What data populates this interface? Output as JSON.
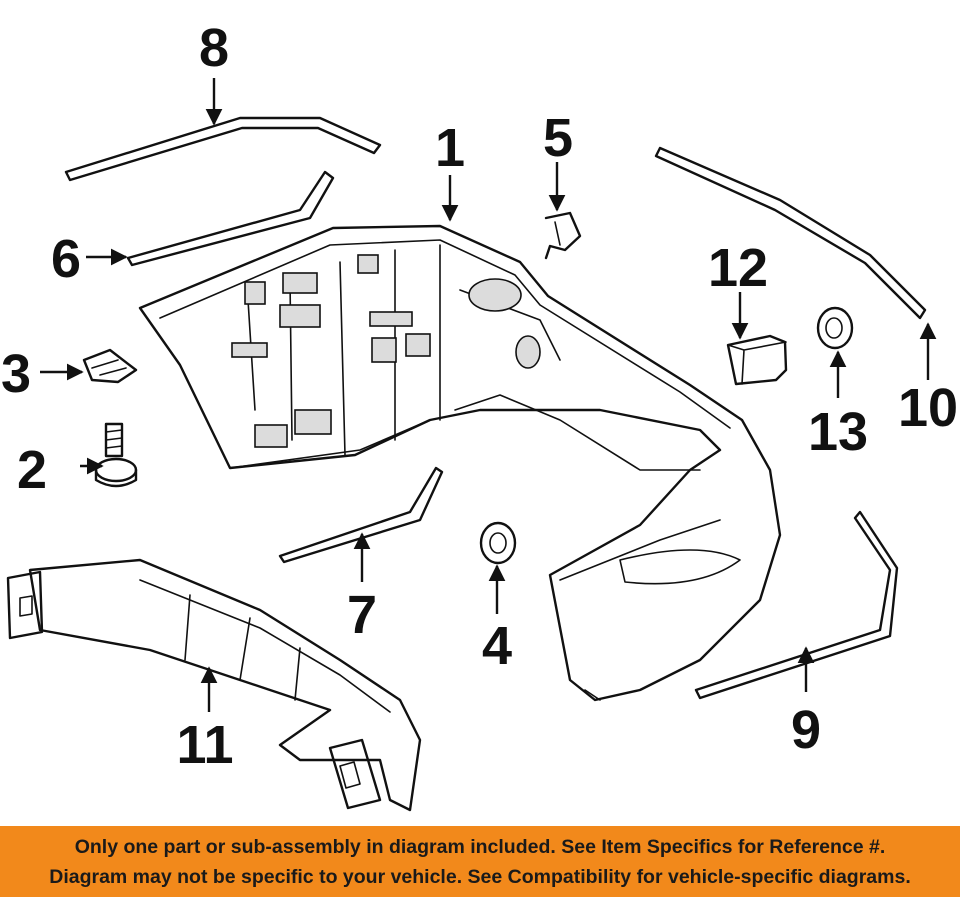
{
  "callouts": [
    "1",
    "2",
    "3",
    "4",
    "5",
    "6",
    "7",
    "8",
    "9",
    "10",
    "11",
    "12",
    "13"
  ],
  "notice": {
    "line1": "Only one part or sub-assembly in diagram included. See Item Specifics for Reference #.",
    "line2": "Diagram may not be specific to your vehicle. See Compatibility for vehicle-specific diagrams."
  },
  "colors": {
    "banner": "#f2891b",
    "ink": "#111111",
    "text": "#1a1a1a"
  }
}
